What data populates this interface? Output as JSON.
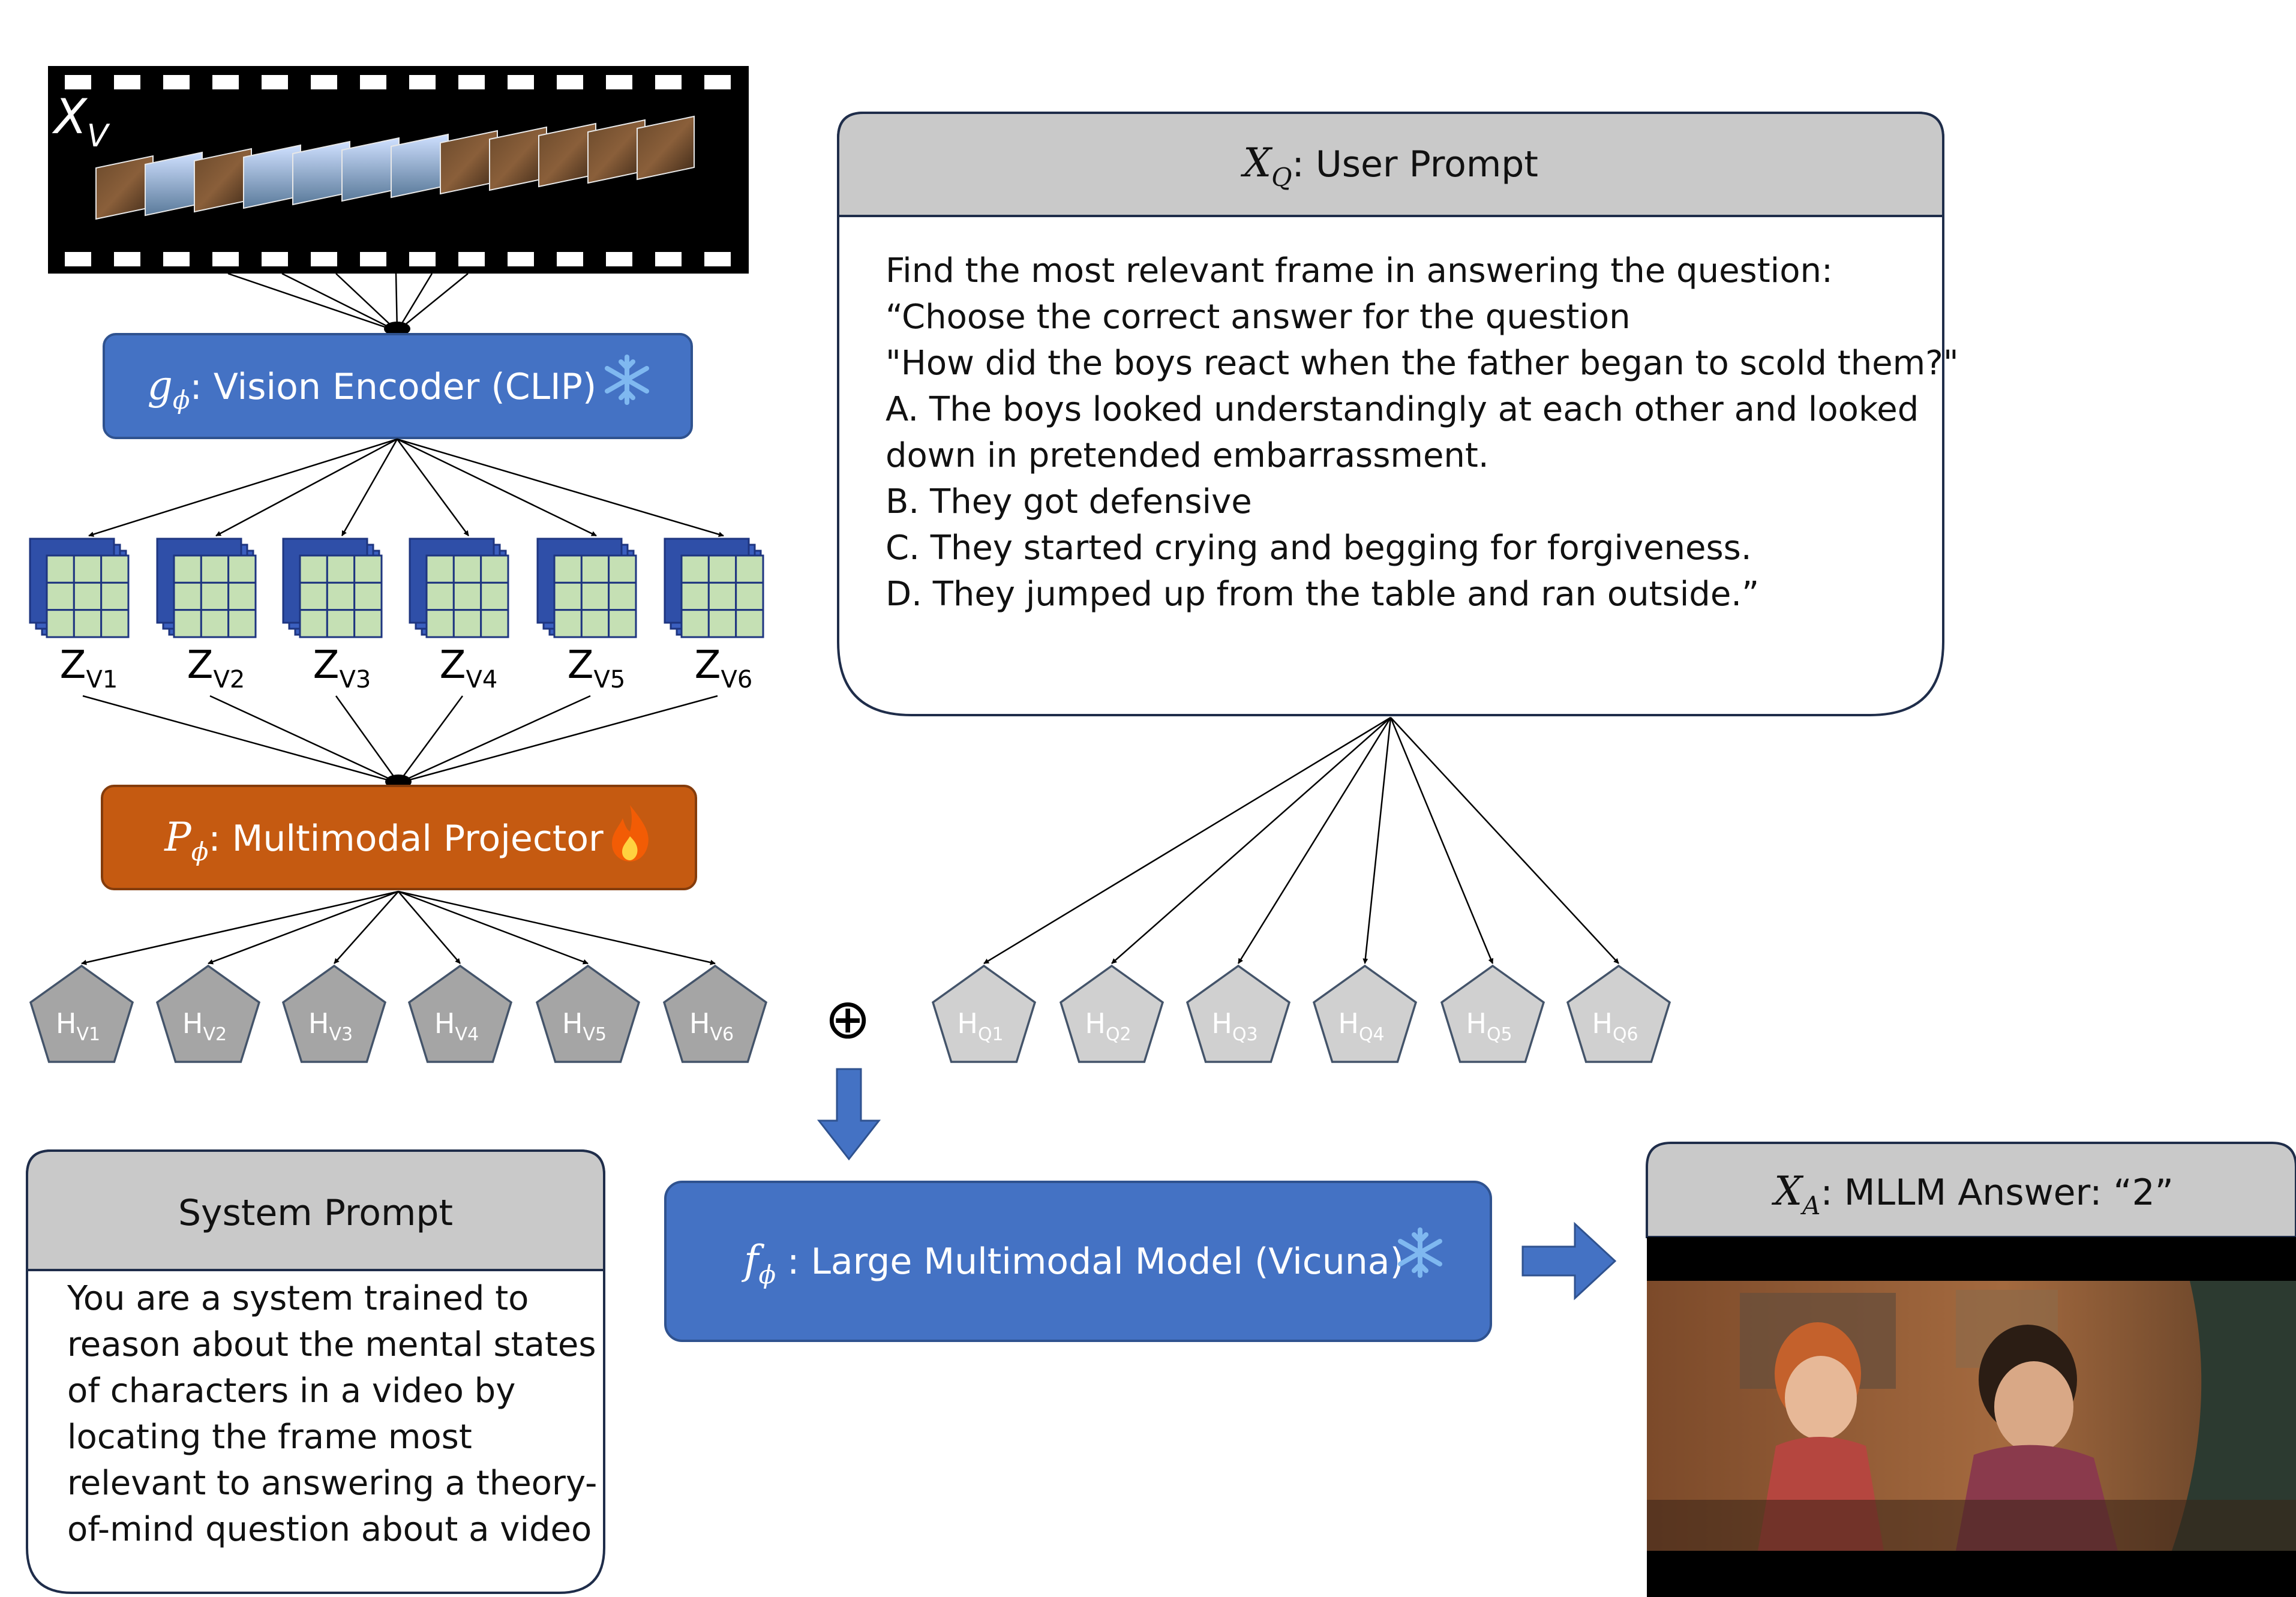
{
  "video": {
    "symbol": "X",
    "subscript": "V"
  },
  "vision_encoder": {
    "symbol": "g",
    "subscript": "ϕ",
    "label": ": Vision Encoder (CLIP)",
    "badge_icon": "snowflake-icon",
    "color": "#4472C4"
  },
  "visual_features": [
    {
      "base": "Z",
      "sub": "V1"
    },
    {
      "base": "Z",
      "sub": "V2"
    },
    {
      "base": "Z",
      "sub": "V3"
    },
    {
      "base": "Z",
      "sub": "V4"
    },
    {
      "base": "Z",
      "sub": "V5"
    },
    {
      "base": "Z",
      "sub": "V6"
    }
  ],
  "projector": {
    "symbol": "P",
    "subscript": "ϕ",
    "label": ": Multimodal Projector",
    "badge_icon": "fire-icon",
    "color": "#C55A11"
  },
  "visual_tokens": [
    {
      "base": "H",
      "sub": "V1"
    },
    {
      "base": "H",
      "sub": "V2"
    },
    {
      "base": "H",
      "sub": "V3"
    },
    {
      "base": "H",
      "sub": "V4"
    },
    {
      "base": "H",
      "sub": "V5"
    },
    {
      "base": "H",
      "sub": "V6"
    }
  ],
  "question_tokens": [
    {
      "base": "H",
      "sub": "Q1"
    },
    {
      "base": "H",
      "sub": "Q2"
    },
    {
      "base": "H",
      "sub": "Q3"
    },
    {
      "base": "H",
      "sub": "Q4"
    },
    {
      "base": "H",
      "sub": "Q5"
    },
    {
      "base": "H",
      "sub": "Q6"
    }
  ],
  "concat_symbol": "⊕",
  "user_prompt": {
    "symbol": "X",
    "subscript": "Q",
    "title": ": User Prompt",
    "lines": [
      "Find the most relevant frame in answering the question:",
      "“Choose the correct answer for the question",
      "\"How did the boys react when the father began to scold them?\"",
      "A. The boys looked understandingly at each other and looked",
      "down in pretended embarrassment.",
      "B. They got defensive",
      "C. They started crying and begging for forgiveness.",
      "D. They jumped up from the table and ran outside.”"
    ]
  },
  "system_prompt": {
    "title": "System Prompt",
    "lines": [
      "You are a system trained to",
      "reason about the mental states",
      "of characters in a video by",
      "locating the frame most",
      "relevant to answering a theory-",
      "of-mind question about a video"
    ]
  },
  "llm": {
    "symbol": "f",
    "subscript": "ϕ",
    "label": " : Large Multimodal Model (Vicuna)",
    "badge_icon": "snowflake-icon",
    "color": "#4472C4"
  },
  "answer": {
    "symbol": "X",
    "subscript": "A",
    "title": ": MLLM Answer: “2”"
  },
  "colors": {
    "header_gray": "#C9C9C9",
    "visual_token_fill": "#A5A5A5",
    "question_token_fill": "#D0D0D0",
    "token_stroke": "#44546A",
    "feature_fill": "#C5E0B4",
    "feature_back": "#2F4FA8",
    "arrow_blue": "#4472C4"
  }
}
